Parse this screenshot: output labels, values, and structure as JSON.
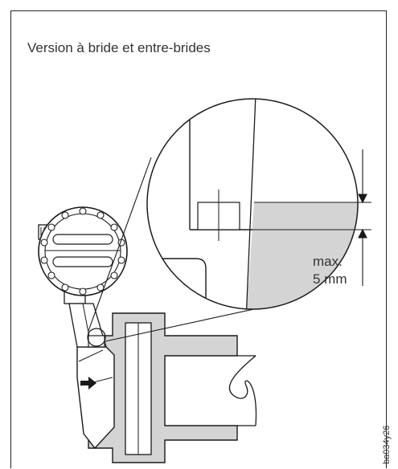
{
  "figure": {
    "title": "Version à bride et entre-brides",
    "dimension_label_line1": "max.",
    "dimension_label_line2": "5 mm",
    "drawing_code": "ba034y26"
  },
  "colors": {
    "line": "#1a1a1a",
    "fill_gray": "#d4d4d4",
    "background": "#ffffff"
  }
}
